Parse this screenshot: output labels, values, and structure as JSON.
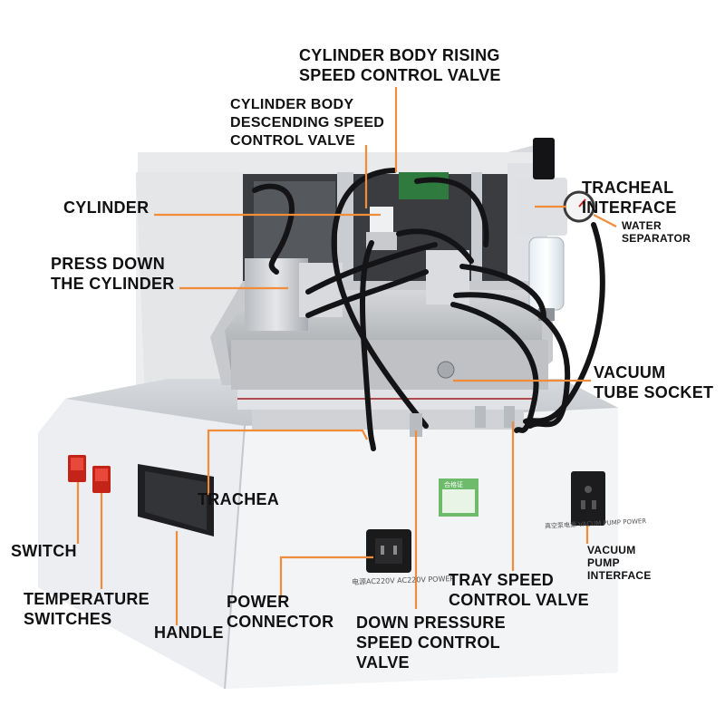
{
  "colors": {
    "leader": "#f08c3a",
    "text": "#111111",
    "switch": "#d42a1f",
    "label_panel": "#6dbb6b"
  },
  "labels": {
    "rising_valve": "CYLINDER BODY RISING\nSPEED CONTROL VALVE",
    "descending_valve": "CYLINDER BODY\nDESCENDING SPEED\nCONTROL VALVE",
    "cylinder": "CYLINDER",
    "tracheal_interface": "TRACHEAL\nINTERFACE",
    "water_separator": "WATER\nSEPARATOR",
    "press_down": "PRESS DOWN\nTHE CYLINDER",
    "vacuum_socket": "VACUUM\nTUBE SOCKET",
    "trachea": "TRACHEA",
    "switch": "SWITCH",
    "temperature_switches": "TEMPERATURE\nSWITCHES",
    "handle": "HANDLE",
    "power_connector": "POWER\nCONNECTOR",
    "down_pressure_valve": "DOWN PRESSURE\nSPEED CONTROL\nVALVE",
    "tray_valve": "TRAY SPEED\nCONTROL VALVE",
    "vacuum_pump": "VACUUM\nPUMP\nINTERFACE"
  },
  "device_text": {
    "power_plate": "电源AC220V\nAC220V POWER",
    "pump_plate": "真空泵电源\nVACUM PUMP POWER",
    "panel_tag": "合格证"
  },
  "icons": [
    "rocker-switch-icon",
    "power-socket-icon",
    "universal-outlet-icon",
    "pressure-gauge-icon"
  ]
}
